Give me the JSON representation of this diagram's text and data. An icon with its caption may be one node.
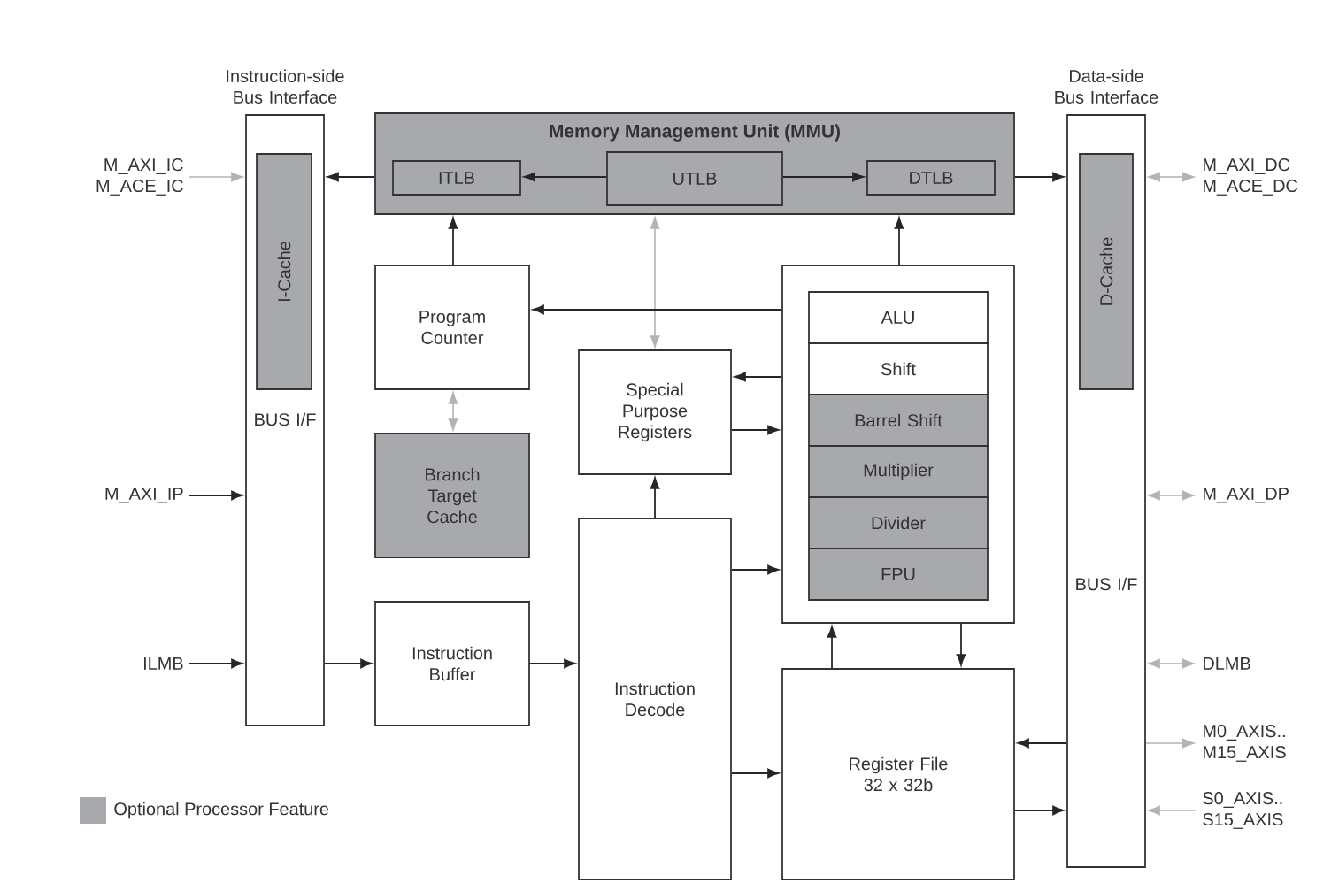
{
  "diagram": {
    "nodes": [
      {
        "text": [
          "Instruction-side Bus Interface",
          "BUS I/F"
        ]
      },
      {
        "text": [
          "I-Cache"
        ],
        "in": 0
      },
      {
        "text": [
          "Memory Management Unit (MMU)"
        ]
      },
      {
        "text": [
          "ITLB"
        ],
        "in": 2
      },
      {
        "text": [
          "UTLB"
        ],
        "in": 2
      },
      {
        "text": [
          "DTLB"
        ],
        "in": 2
      },
      {
        "text": [
          "Data-side Bus Interface",
          "BUS I/F"
        ]
      },
      {
        "text": [
          "D-Cache"
        ],
        "in": 6
      },
      {
        "text": [
          "Program Counter"
        ]
      },
      {
        "text": [
          "Branch Target Cache"
        ]
      },
      {
        "text": [
          "Special Purpose Registers"
        ]
      },
      {
        "text": [],
        "shape": "box"
      },
      {
        "text": [
          "ALU"
        ],
        "in": 11
      },
      {
        "text": [
          "Shift"
        ],
        "in": 11
      },
      {
        "text": [
          "Barrel Shift"
        ],
        "in": 11
      },
      {
        "text": [
          "Multiplier"
        ],
        "in": 11
      },
      {
        "text": [
          "Divider"
        ],
        "in": 11
      },
      {
        "text": [
          "FPU"
        ],
        "in": 11
      },
      {
        "text": [
          "Instruction Buffer"
        ]
      },
      {
        "text": [
          "Instruction Decode"
        ]
      },
      {
        "text": [
          "Register File 32 x 32b"
        ]
      },
      {
        "text": [
          "M_AXI_IC M_ACE_IC"
        ]
      },
      {
        "text": [
          "M_AXI_IP"
        ]
      },
      {
        "text": [
          "ILMB"
        ]
      },
      {
        "text": [
          "M_AXI_DC M_ACE_DC"
        ]
      },
      {
        "text": [
          "M_AXI_DP"
        ]
      },
      {
        "text": [
          "DLMB"
        ]
      },
      {
        "text": [
          "M0_AXIS.. M15_AXIS"
        ]
      },
      {
        "text": [
          "S0_AXIS.. S15_AXIS"
        ]
      }
    ],
    "edges": [
      {
        "from": 21,
        "to": 0,
        "arrow": "to",
        "color": "#b3b3b3"
      },
      {
        "from": 22,
        "to": 0,
        "arrow": "to"
      },
      {
        "from": 23,
        "to": 0,
        "arrow": "to"
      },
      {
        "from": 2,
        "to": 0,
        "arrow": "to"
      },
      {
        "from": 4,
        "to": 3,
        "arrow": "to"
      },
      {
        "from": 4,
        "to": 5,
        "arrow": "to"
      },
      {
        "from": 2,
        "to": 6,
        "arrow": "to"
      },
      {
        "from": 6,
        "to": 24,
        "arrow": "both",
        "color": "#b3b3b3"
      },
      {
        "from": 6,
        "to": 25,
        "arrow": "both",
        "color": "#b3b3b3"
      },
      {
        "from": 6,
        "to": 26,
        "arrow": "both",
        "color": "#b3b3b3"
      },
      {
        "from": 6,
        "to": 27,
        "arrow": "to",
        "color": "#b3b3b3"
      },
      {
        "from": 28,
        "to": 6,
        "arrow": "to",
        "color": "#b3b3b3"
      },
      {
        "from": 8,
        "to": 2,
        "arrow": "to"
      },
      {
        "from": 8,
        "to": 9,
        "arrow": "both",
        "color": "#b3b3b3"
      },
      {
        "from": 2,
        "to": 10,
        "arrow": "both",
        "color": "#b3b3b3"
      },
      {
        "from": 11,
        "to": 2,
        "arrow": "to"
      },
      {
        "from": 11,
        "to": 8,
        "arrow": "to"
      },
      {
        "from": 11,
        "to": 10,
        "arrow": "to"
      },
      {
        "from": 10,
        "to": 11,
        "arrow": "to"
      },
      {
        "from": 19,
        "to": 10,
        "arrow": "to"
      },
      {
        "from": 19,
        "to": 11,
        "arrow": "to"
      },
      {
        "from": 19,
        "to": 20,
        "arrow": "to"
      },
      {
        "from": 0,
        "to": 18,
        "arrow": "to"
      },
      {
        "from": 18,
        "to": 19,
        "arrow": "to"
      },
      {
        "from": 20,
        "to": 11,
        "arrow": "to"
      },
      {
        "from": 11,
        "to": 20,
        "arrow": "to"
      },
      {
        "from": 6,
        "to": 20,
        "arrow": "to"
      },
      {
        "from": 20,
        "to": 6,
        "arrow": "to"
      }
    ],
    "legend": [
      {
        "text": "Optional Processor Feature",
        "color": "#a7a9ac"
      }
    ]
  }
}
